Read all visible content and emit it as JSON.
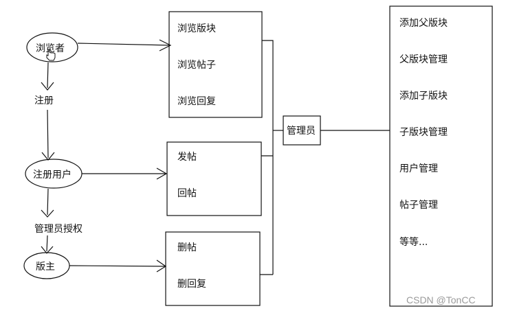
{
  "actors": {
    "browser": "浏览者",
    "registered_user": "注册用户",
    "moderator": "版主"
  },
  "transitions": {
    "register": "注册",
    "admin_grant": "管理员授权"
  },
  "browse_box": [
    "浏览版块",
    "浏览帖子",
    "浏览回复"
  ],
  "post_box": [
    "发帖",
    "回帖"
  ],
  "moderate_box": [
    "删帖",
    "删回复"
  ],
  "admin": {
    "label": "管理员"
  },
  "admin_panel": [
    "添加父版块",
    "父版块管理",
    "添加子版块",
    "子版块管理",
    "用户管理",
    "帖子管理",
    "等等..."
  ],
  "watermark": "CSDN @TonCC",
  "colors": {
    "line": "#111111",
    "background": "#ffffff",
    "watermark": "#9a9a9a"
  }
}
